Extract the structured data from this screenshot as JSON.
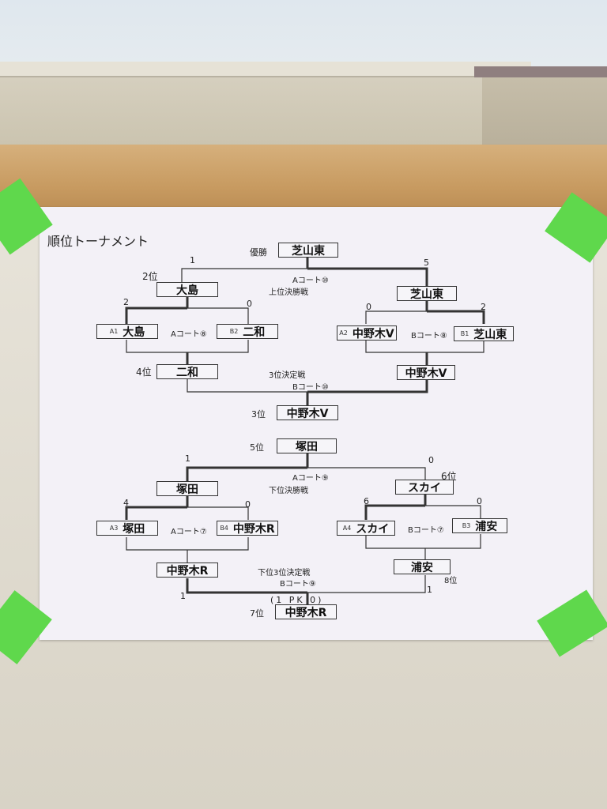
{
  "sheet": {
    "title": "順位トーナメント",
    "upper": {
      "champion_label": "優勝",
      "champion": "芝山東",
      "final_court": "Aコート⑩",
      "final_label": "上位決勝戦",
      "final_score_left": "1",
      "final_score_right": "5",
      "runner_up_label": "2位",
      "semi_left_winner": "大島",
      "semi_right_winner": "芝山東",
      "a1_label": "A1",
      "a1_team": "大島",
      "a1_score": "2",
      "a2_label": "A2",
      "a2_team": "中野木V",
      "a2_score": "0",
      "b1_label": "B1",
      "b1_team": "芝山東",
      "b1_score": "2",
      "b2_label": "B2",
      "b2_team": "二和",
      "b2_score": "0",
      "court_left": "Aコート⑧",
      "court_right": "Bコート⑧",
      "fourth_label": "4位",
      "fourth_team": "二和",
      "third_playoff_label": "3位決定戦",
      "third_playoff_court": "Bコート⑩",
      "semi_right_loser": "中野木V",
      "third_label": "3位",
      "third_team": "中野木V"
    },
    "lower": {
      "fifth_label": "5位",
      "fifth_team": "塚田",
      "final_court": "Aコート⑨",
      "final_label": "下位決勝戦",
      "final_score_left": "1",
      "final_score_right": "0",
      "sixth_label": "6位",
      "semi_left_winner": "塚田",
      "semi_right_winner": "スカイ",
      "a3_label": "A3",
      "a3_team": "塚田",
      "a3_score": "4",
      "b4_label": "B4",
      "b4_team": "中野木R",
      "b4_score": "0",
      "a4_label": "A4",
      "a4_team": "スカイ",
      "a4_score": "6",
      "b3_label": "B3",
      "b3_team": "浦安",
      "b3_score": "0",
      "court_left": "Aコート⑦",
      "court_right": "Bコート⑦",
      "loser_left": "中野木R",
      "loser_right": "浦安",
      "eighth_label": "8位",
      "third_playoff_label": "下位3位決定戦",
      "third_playoff_court": "Bコート⑨",
      "playoff_score_left": "1",
      "playoff_score_right": "1",
      "pk_note": "(1 PK 0)",
      "seventh_label": "7位",
      "seventh_team": "中野木R"
    }
  }
}
